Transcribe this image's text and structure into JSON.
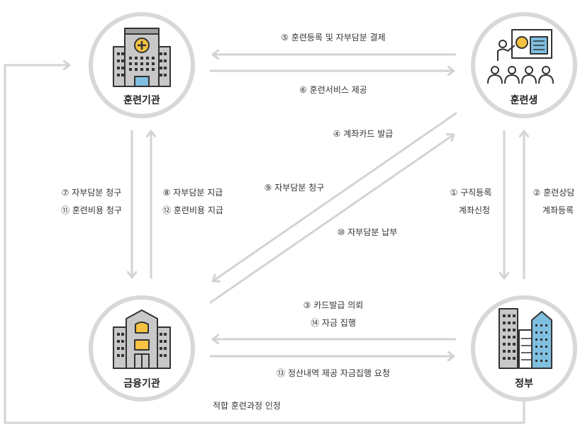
{
  "nodes": {
    "training_institution": "훈련기관",
    "trainee": "훈련생",
    "financial_institution": "금융기관",
    "government": "정부"
  },
  "edges": {
    "e5": "⑤ 훈련등록 및 자부담분 결제",
    "e6": "⑥ 훈련서비스 제공",
    "e4": "④ 계좌카드 발급",
    "e9": "⑨ 자부담분 청구",
    "e10": "⑩ 자부담분 납부",
    "e7": "⑦ 자부담분 청구",
    "e11": "⑪ 훈련비용 청구",
    "e8": "⑧ 자부담분 지급",
    "e12": "⑫ 훈련비용 지급",
    "e1a": "① 구직등록",
    "e1b": "계좌신청",
    "e2a": "② 훈련상담",
    "e2b": "계좌등록",
    "e3": "③ 카드발급 의뢰",
    "e14": "⑭ 자금 집행",
    "e13": "⑬ 정산내역 제공 자금집행 요청",
    "certify": "적합 훈련과정 인정"
  },
  "colors": {
    "arrow": "#d3d3d3",
    "circle_border": "#d8d8d8",
    "outline": "#333333",
    "yellow": "#f5c242",
    "blue": "#7fbfe0",
    "building_gray": "#c8c8c8",
    "roof_gray": "#a0a0a0",
    "text": "#222222"
  },
  "icons": {
    "training_institution": "hospital-building-icon",
    "trainee": "presentation-audience-icon",
    "financial_institution": "bank-building-icon",
    "government": "city-buildings-icon"
  }
}
